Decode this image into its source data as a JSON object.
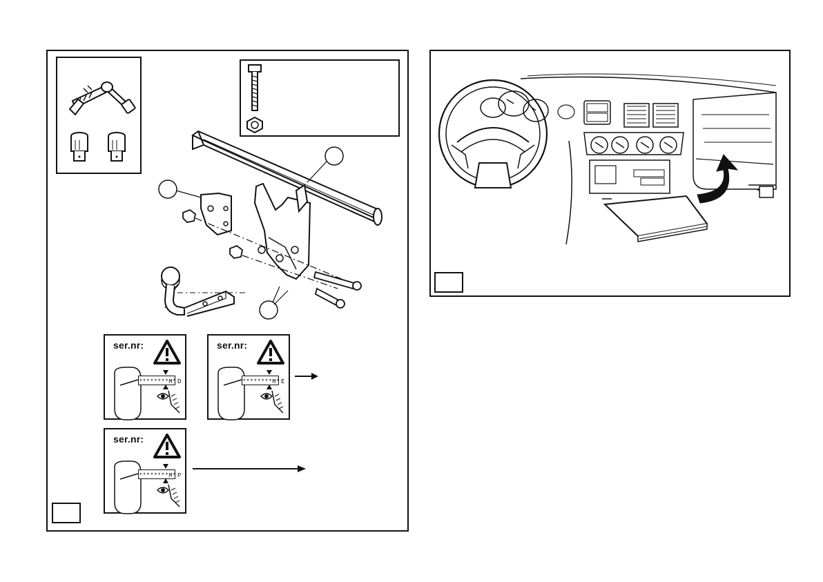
{
  "labels": {
    "serial_prefix": "ser.nr:",
    "code_mask": "********M*",
    "variant_d": "D",
    "variant_e": "E",
    "variant_p": "P"
  },
  "icons": {
    "tools": "socket-wrench-icon",
    "bolt": "bolt-icon",
    "nut": "nut-icon",
    "warning": "warning-icon",
    "eye": "eye-icon",
    "arrow": "arrow-right-icon"
  },
  "colors": {
    "ink": "#111111",
    "paper": "#ffffff"
  }
}
